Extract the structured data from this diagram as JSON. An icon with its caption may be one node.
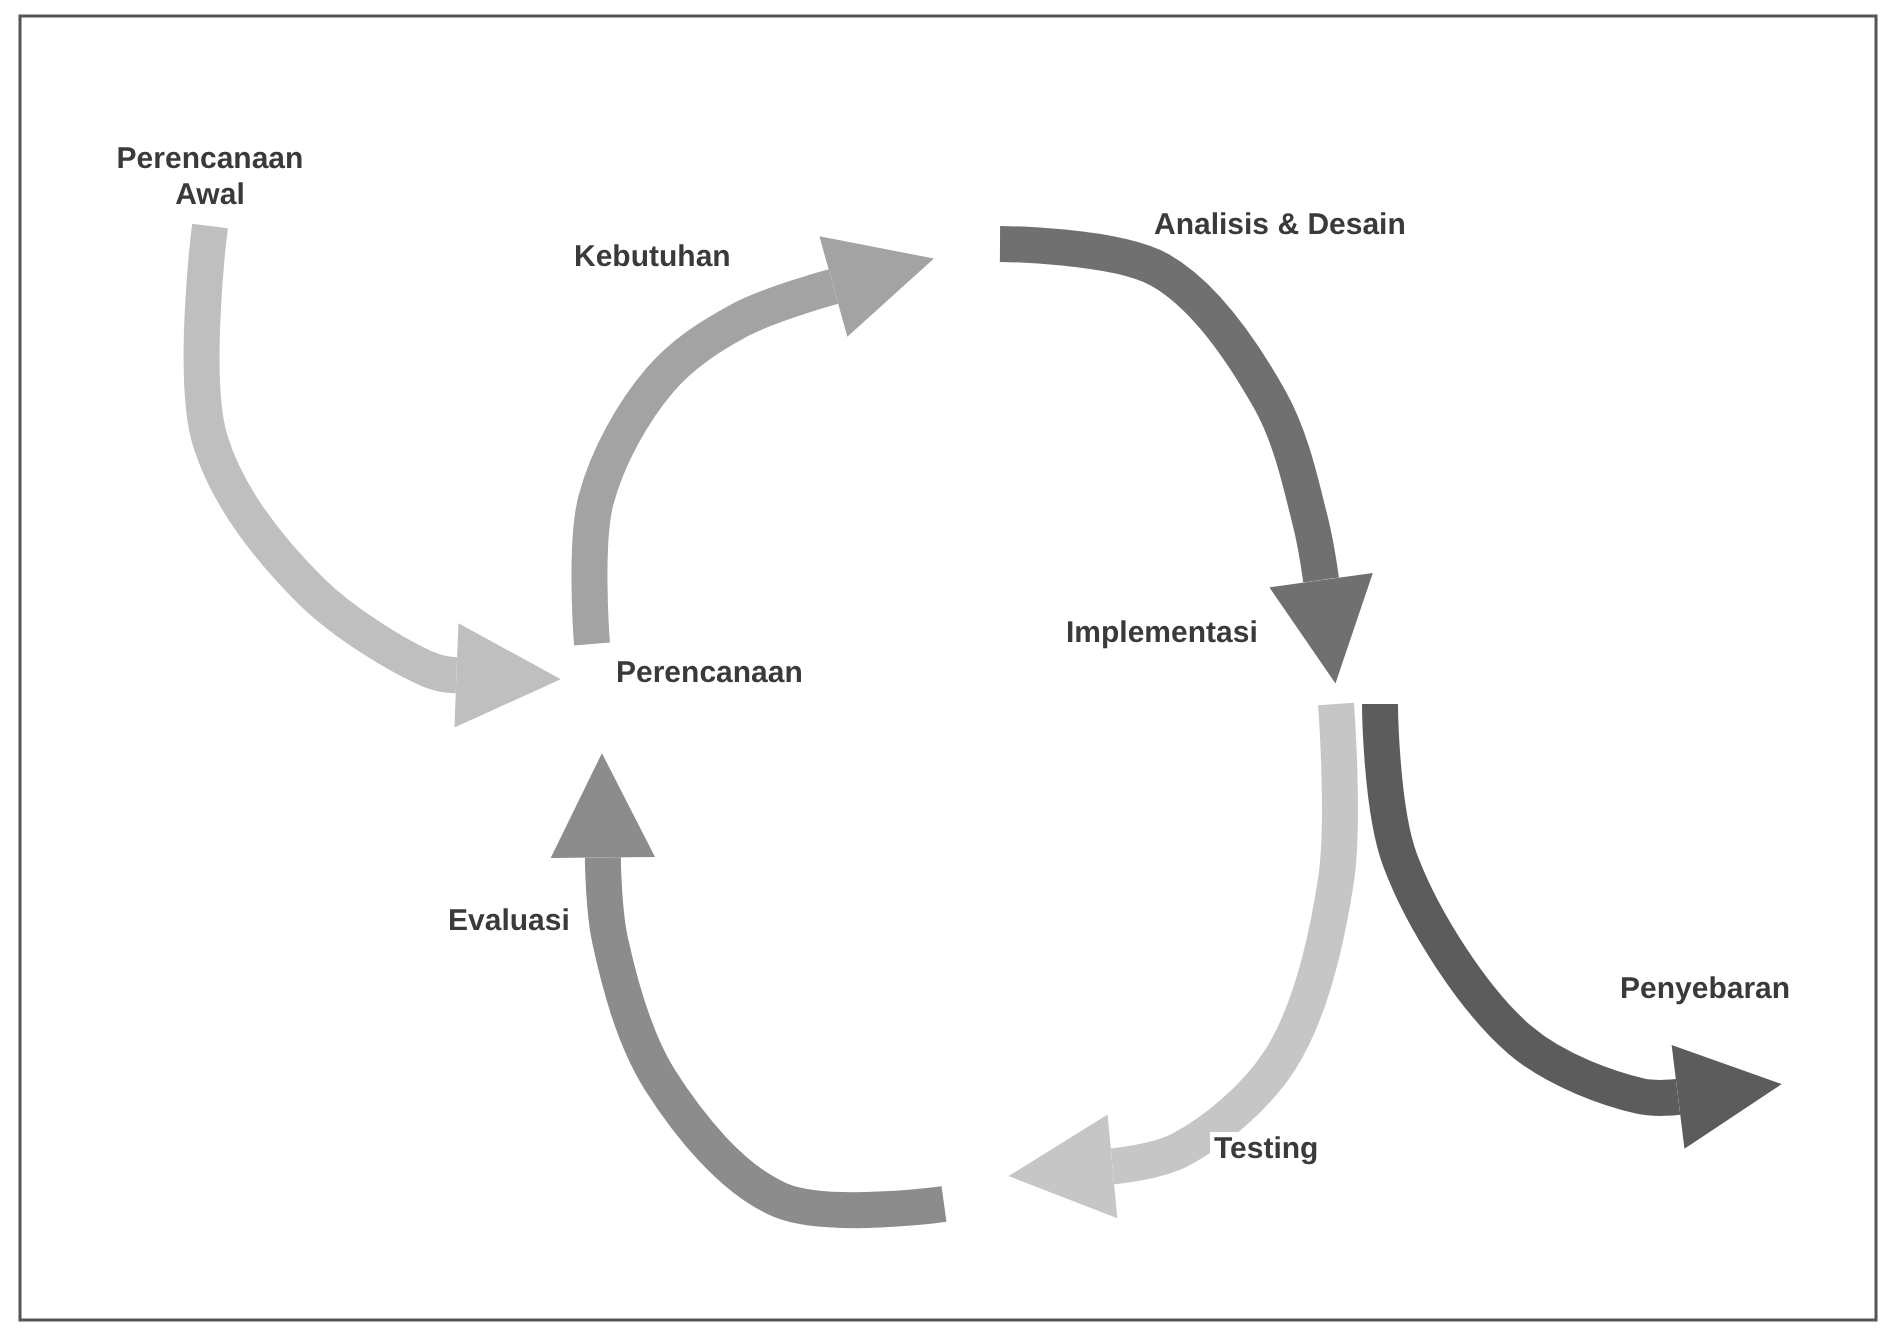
{
  "diagram": {
    "nodes": [
      {
        "text": [
          "Perencanaan Awal"
        ]
      },
      {
        "text": [
          "Perencanaan"
        ]
      },
      {
        "text": [
          "Implementasi"
        ]
      }
    ],
    "edges": [
      {
        "from": 0,
        "to": 1,
        "arrow": "to",
        "color": "#bfbfbf"
      },
      {
        "from": 1,
        "to": null,
        "arrow": "to",
        "label": "Kebutuhan",
        "color": "#a3a3a3"
      },
      {
        "from": null,
        "to": 2,
        "arrow": "to",
        "label": "Analisis & Desain",
        "color": "#707070"
      },
      {
        "from": 2,
        "to": null,
        "arrow": "to",
        "label": "Testing",
        "color": "#c6c6c6"
      },
      {
        "from": null,
        "to": 1,
        "arrow": "to",
        "label": "Evaluasi",
        "color": "#8c8c8c"
      },
      {
        "from": 2,
        "to": null,
        "arrow": "to",
        "label": "Penyebaran",
        "color": "#5c5c5c"
      }
    ]
  }
}
